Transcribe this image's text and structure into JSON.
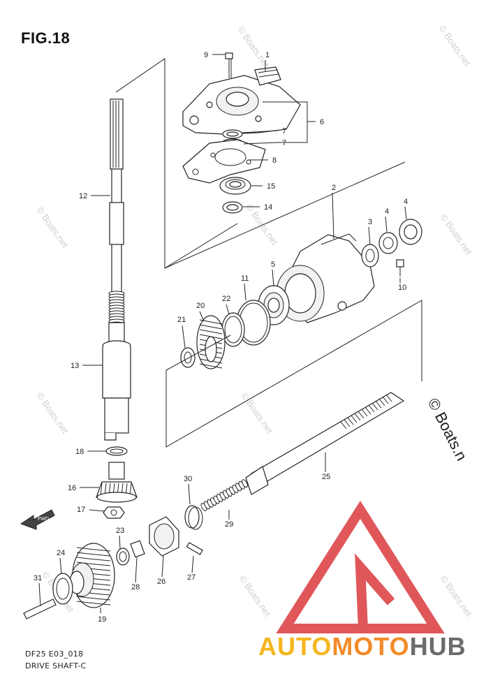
{
  "figure": {
    "title": "FIG.18",
    "code": "DF25 E03_018",
    "name": "DRIVE SHAFT-C",
    "fwd_label": "FWD"
  },
  "watermark": {
    "small": "© Boats.net",
    "large": "© Boats.n"
  },
  "brand": {
    "part_a": "AUTO",
    "part_b": "MOTO",
    "part_c": "HUB",
    "colors": {
      "auto": "#f4b51e",
      "moto": "#f28c2a",
      "hub": "#6b6b6b",
      "triangle": "#e0575a"
    }
  },
  "parts": [
    {
      "key": "p1",
      "label": "1"
    },
    {
      "key": "p2",
      "label": "2"
    },
    {
      "key": "p3",
      "label": "3"
    },
    {
      "key": "p4a",
      "label": "4"
    },
    {
      "key": "p4b",
      "label": "4"
    },
    {
      "key": "p5",
      "label": "5"
    },
    {
      "key": "p6",
      "label": "6"
    },
    {
      "key": "p7a",
      "label": "7"
    },
    {
      "key": "p7b",
      "label": "7"
    },
    {
      "key": "p8",
      "label": "8"
    },
    {
      "key": "p9",
      "label": "9"
    },
    {
      "key": "p10",
      "label": "10"
    },
    {
      "key": "p11",
      "label": "11"
    },
    {
      "key": "p12",
      "label": "12"
    },
    {
      "key": "p13",
      "label": "13"
    },
    {
      "key": "p14",
      "label": "14"
    },
    {
      "key": "p15",
      "label": "15"
    },
    {
      "key": "p16",
      "label": "16"
    },
    {
      "key": "p17",
      "label": "17"
    },
    {
      "key": "p18",
      "label": "18"
    },
    {
      "key": "p19",
      "label": "19"
    },
    {
      "key": "p20",
      "label": "20"
    },
    {
      "key": "p21",
      "label": "21"
    },
    {
      "key": "p22",
      "label": "22"
    },
    {
      "key": "p23",
      "label": "23"
    },
    {
      "key": "p24",
      "label": "24"
    },
    {
      "key": "p25",
      "label": "25"
    },
    {
      "key": "p26",
      "label": "26"
    },
    {
      "key": "p27",
      "label": "27"
    },
    {
      "key": "p28",
      "label": "28"
    },
    {
      "key": "p29",
      "label": "29"
    },
    {
      "key": "p30",
      "label": "30"
    },
    {
      "key": "p31",
      "label": "31"
    }
  ]
}
